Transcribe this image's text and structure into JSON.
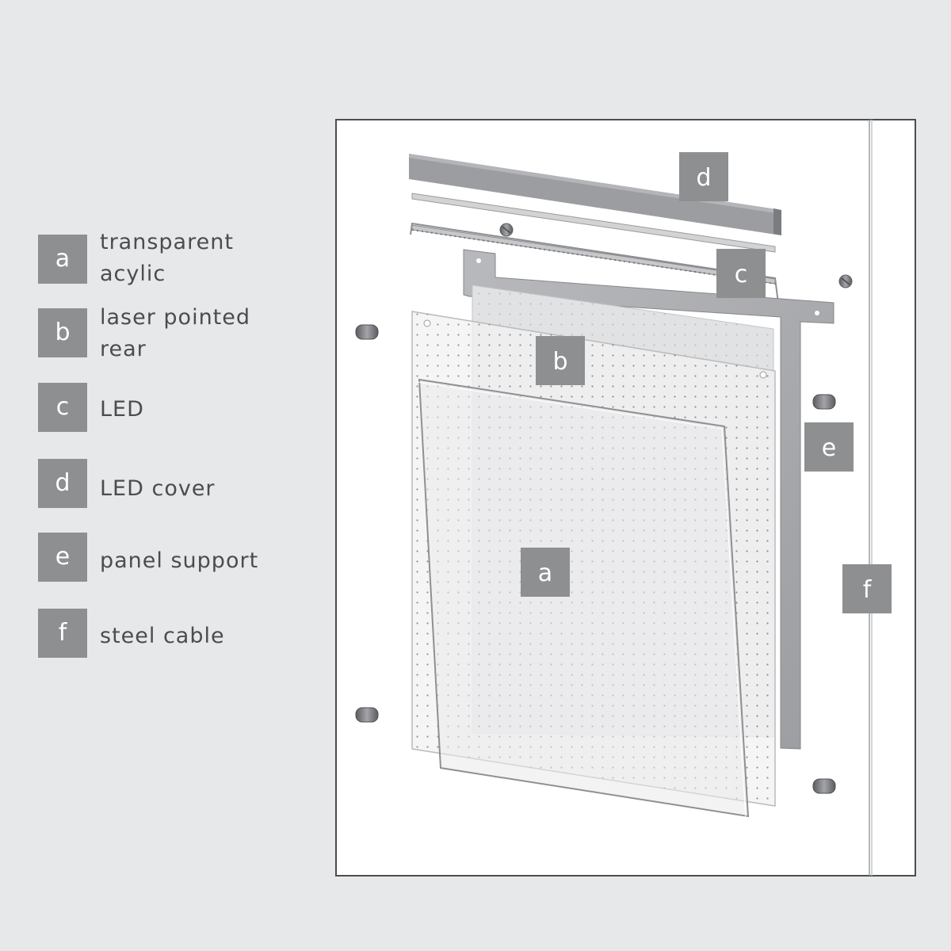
{
  "legend": [
    {
      "letter": "a",
      "line1": "transparent",
      "line2": "acylic"
    },
    {
      "letter": "b",
      "line1": "laser pointed",
      "line2": "rear"
    },
    {
      "letter": "c",
      "line1": "LED",
      "line2": ""
    },
    {
      "letter": "d",
      "line1": "LED cover",
      "line2": ""
    },
    {
      "letter": "e",
      "line1": "panel support",
      "line2": ""
    },
    {
      "letter": "f",
      "line1": "steel cable",
      "line2": ""
    }
  ],
  "callouts": {
    "a": "a",
    "b": "b",
    "c": "c",
    "d": "d",
    "e": "e",
    "f": "f"
  },
  "colors": {
    "background": "#e7e8ea",
    "badge": "#8e8f91",
    "label_text": "#4b4c4e",
    "frame_border": "#4d4d4d",
    "metal": "#a3a4a7"
  }
}
